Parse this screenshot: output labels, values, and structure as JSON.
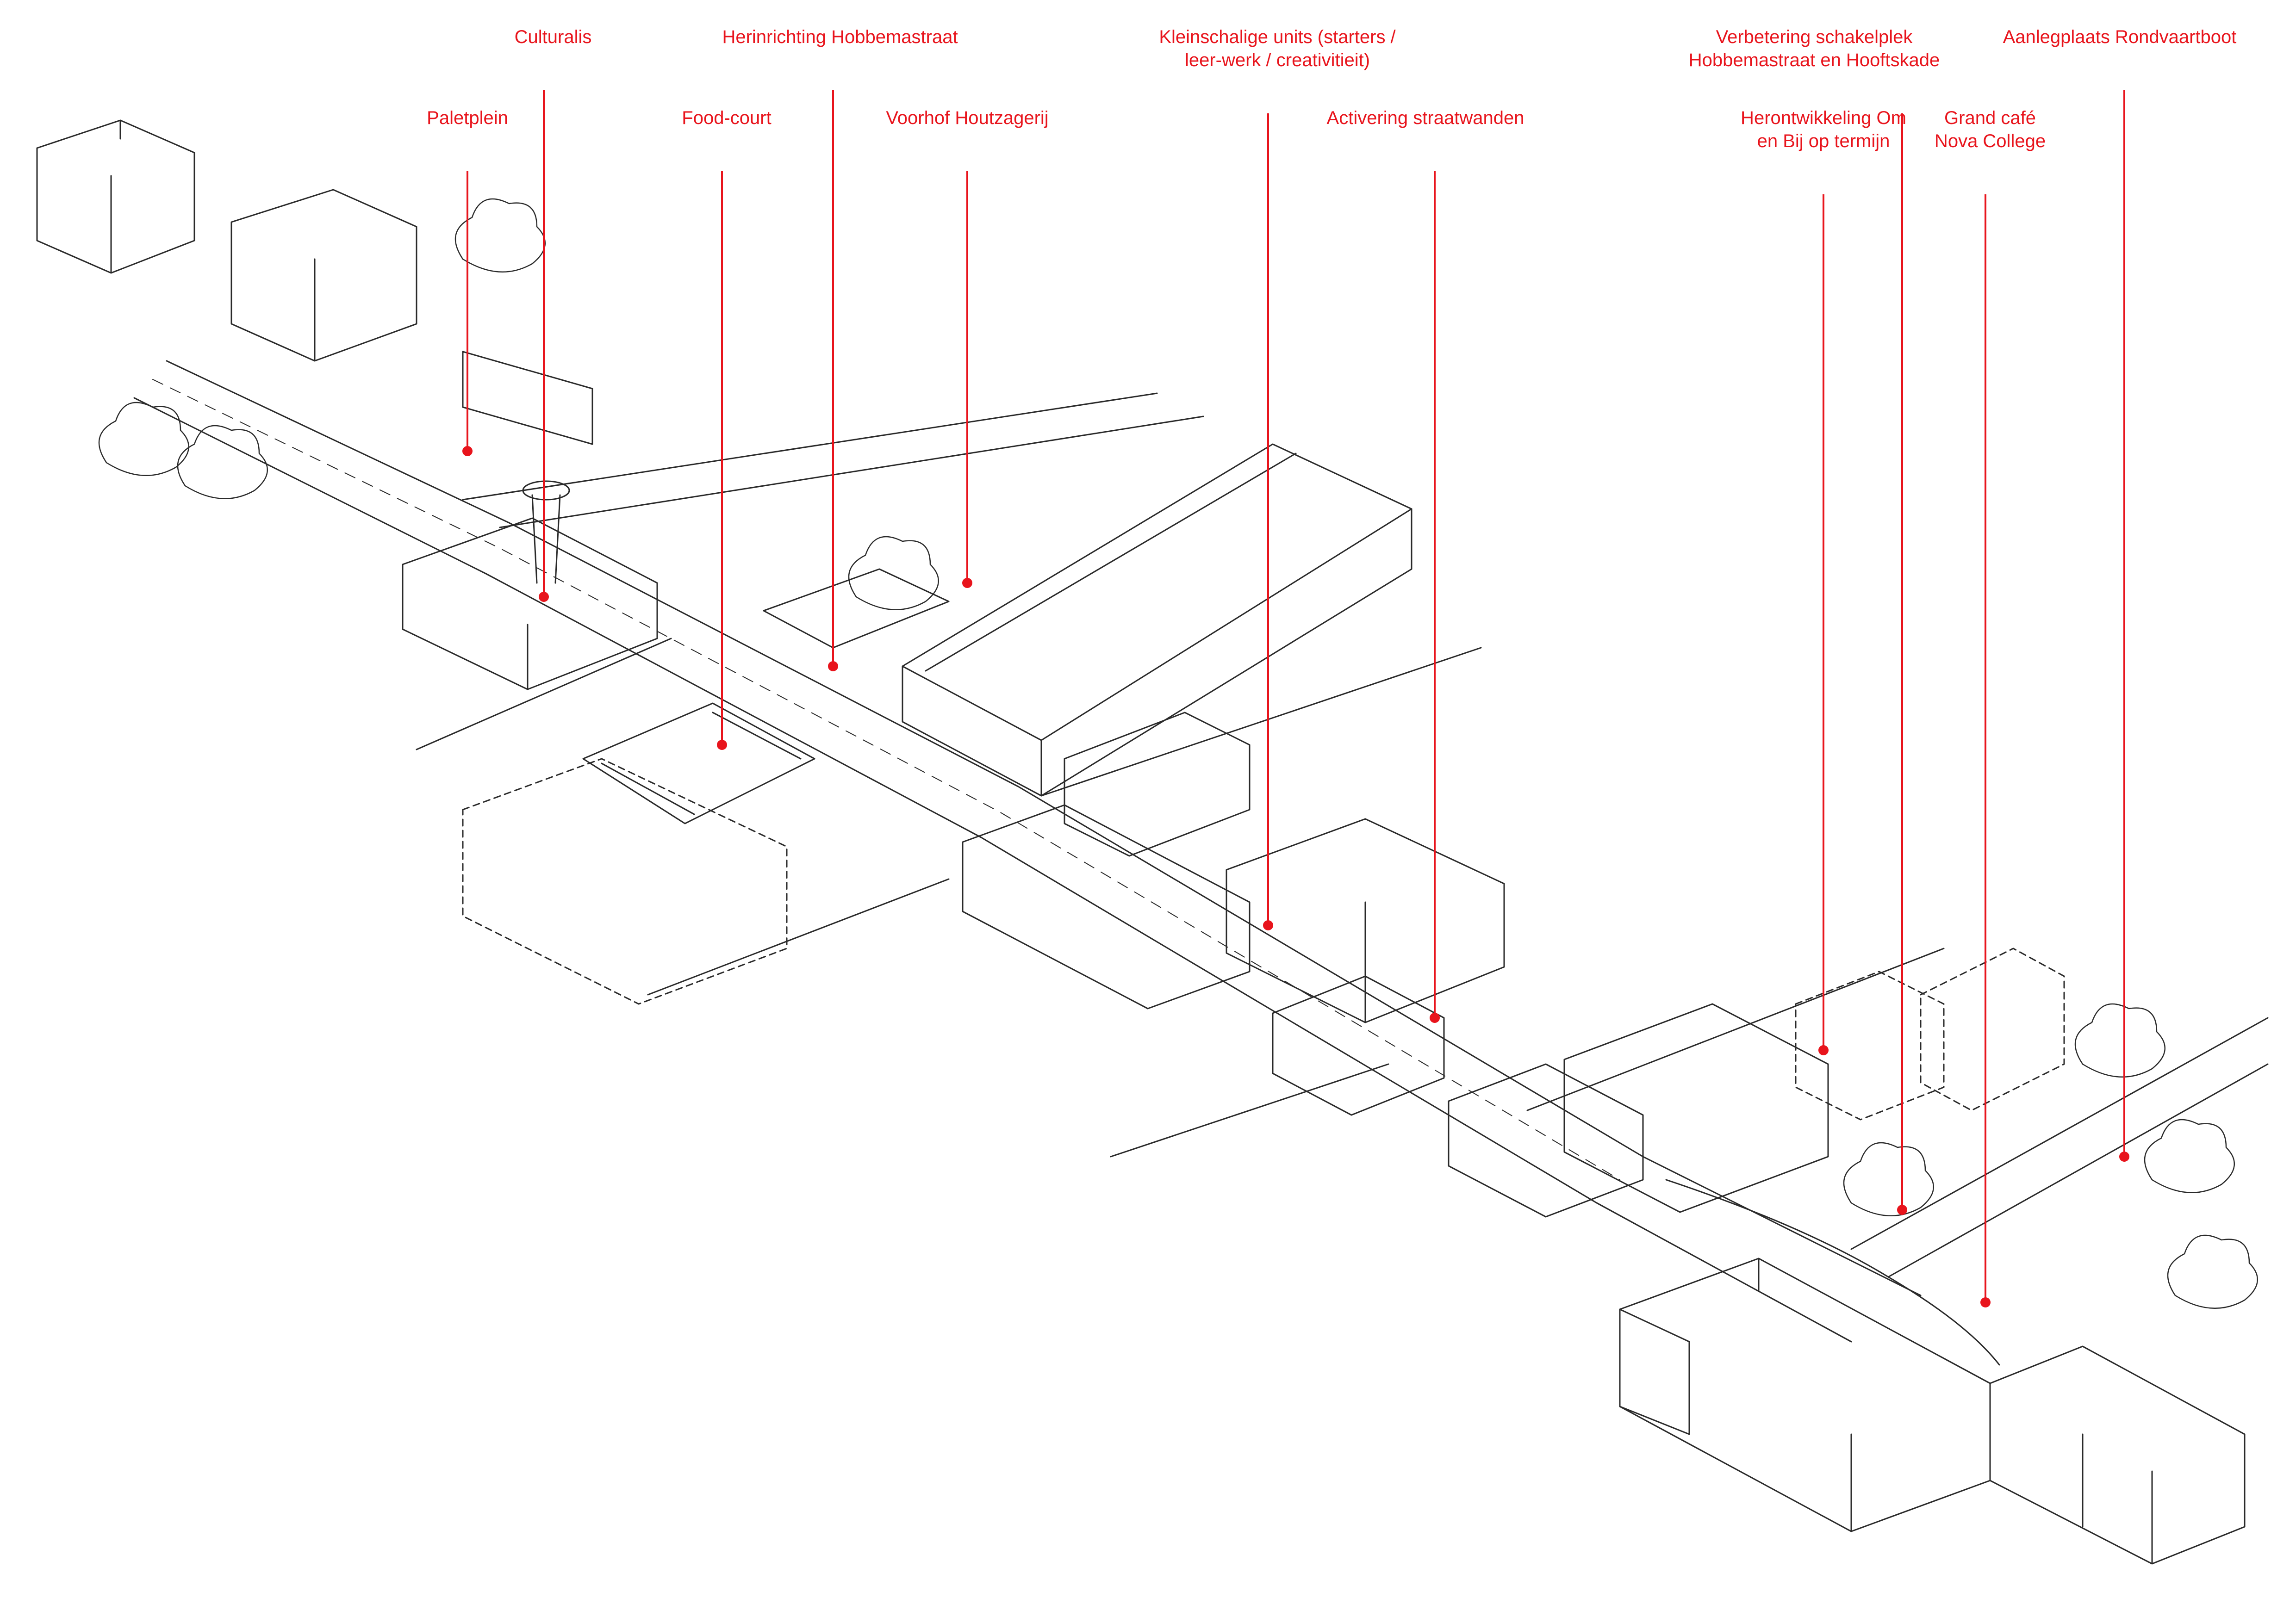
{
  "colors": {
    "annotation": "#e8141c",
    "linework": "#2a2a2a",
    "background": "#ffffff"
  },
  "labels": {
    "paletplein": {
      "lines": [
        "Paletplein"
      ]
    },
    "culturalis": {
      "lines": [
        "Culturalis"
      ]
    },
    "herinrichting": {
      "lines": [
        "Herinrichting Hobbemastraat"
      ]
    },
    "foodcourt": {
      "lines": [
        "Food-court"
      ]
    },
    "voorhof": {
      "lines": [
        "Voorhof Houtzagerij"
      ]
    },
    "kleinschalige": {
      "lines": [
        "Kleinschalige units (starters /",
        "leer-werk / creativitieit)"
      ]
    },
    "activering": {
      "lines": [
        "Activering straatwanden"
      ]
    },
    "verbetering": {
      "lines": [
        "Verbetering schakelplek",
        "Hobbemastraat en Hooftskade"
      ]
    },
    "herontwikkeling": {
      "lines": [
        "Herontwikkeling Om",
        "en Bij op termijn"
      ]
    },
    "aanlegplaats": {
      "lines": [
        "Aanlegplaats Rondvaartboot"
      ]
    },
    "grandcafe": {
      "lines": [
        "Grand café",
        "Nova College"
      ]
    }
  }
}
